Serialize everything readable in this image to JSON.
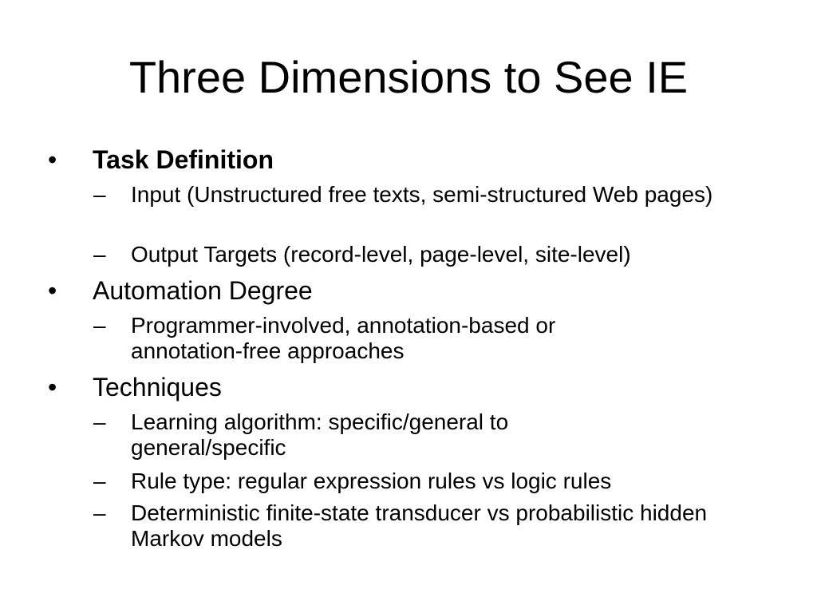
{
  "slide": {
    "title": "Three Dimensions to See IE",
    "bullet_symbol": "•",
    "dash_symbol": "–",
    "bullets": [
      {
        "text": "Task Definition",
        "bold": true,
        "subitems": [
          "Input (Unstructured free texts, semi-structured Web pages)",
          "Output Targets (record-level, page-level, site-level)"
        ]
      },
      {
        "text": "Automation Degree",
        "bold": false,
        "subitems": [
          "Programmer-involved, annotation-based or annotation-free approaches"
        ]
      },
      {
        "text": "Techniques",
        "bold": false,
        "subitems": [
          "Learning algorithm: specific/general to general/specific",
          "Rule type: regular expression rules vs logic rules",
          "Deterministic finite-state transducer vs probabilistic hidden Markov models"
        ]
      }
    ]
  }
}
